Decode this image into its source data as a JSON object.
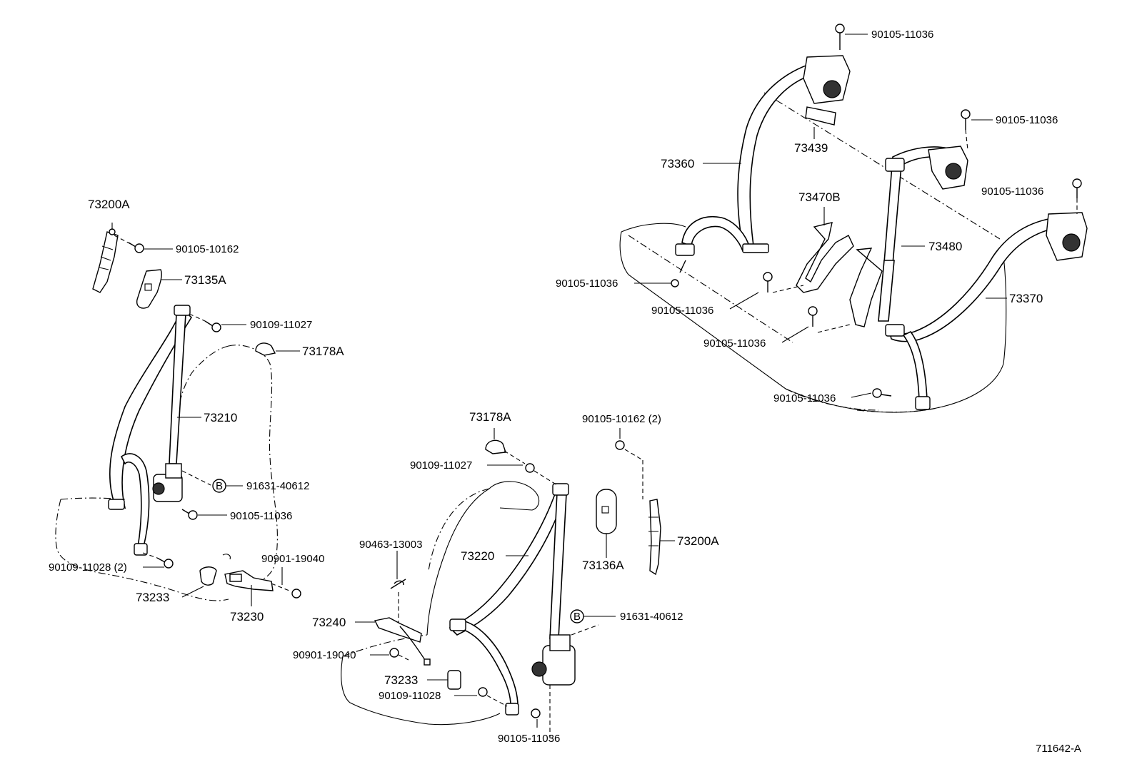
{
  "diagram_id": "711642-A",
  "circle_marker": "B",
  "labels": {
    "p73200A_top": "73200A",
    "p90105_10162_top": "90105-10162",
    "p73135A": "73135A",
    "p90109_11027_left": "90109-11027",
    "p73178A_left": "73178A",
    "p73210": "73210",
    "p91631_40612_left": "91631-40612",
    "p90105_11036_left": "90105-11036",
    "p90109_11028_2_left": "90109-11028 (2)",
    "p90901_19040_left": "90901-19040",
    "p73233_left": "73233",
    "p73230": "73230",
    "p73178A_mid": "73178A",
    "p90109_11027_mid": "90109-11027",
    "p90105_10162_2": "90105-10162 (2)",
    "p90463_13003": "90463-13003",
    "p73220": "73220",
    "p73136A": "73136A",
    "p73200A_mid": "73200A",
    "p73240": "73240",
    "p90901_19040_mid": "90901-19040",
    "p73233_mid": "73233",
    "p90109_11028_mid": "90109-11028",
    "p91631_40612_mid": "91631-40612",
    "p90105_11036_bottom": "90105-11036",
    "p90105_11036_r1": "90105-11036",
    "p90105_11036_r2": "90105-11036",
    "p90105_11036_r3": "90105-11036",
    "p73439": "73439",
    "p73360": "73360",
    "p73470B": "73470B",
    "p73480": "73480",
    "p73370": "73370",
    "p90105_11036_r4": "90105-11036",
    "p90105_11036_r5": "90105-11036",
    "p90105_11036_r6": "90105-11036",
    "p90105_11036_r7": "90105-11036"
  }
}
